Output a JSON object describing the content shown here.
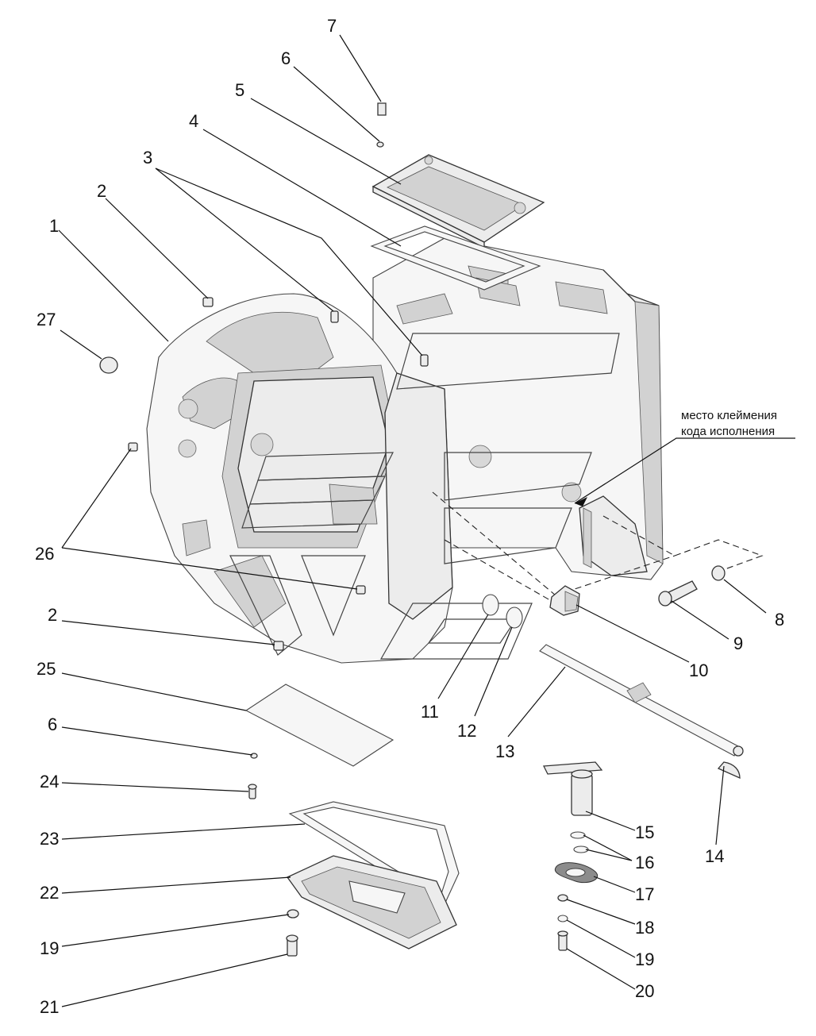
{
  "callouts": [
    {
      "id": "c7",
      "text": "7"
    },
    {
      "id": "c6a",
      "text": "6"
    },
    {
      "id": "c5",
      "text": "5"
    },
    {
      "id": "c4",
      "text": "4"
    },
    {
      "id": "c3",
      "text": "3"
    },
    {
      "id": "c2a",
      "text": "2"
    },
    {
      "id": "c1",
      "text": "1"
    },
    {
      "id": "c27",
      "text": "27"
    },
    {
      "id": "c26",
      "text": "26"
    },
    {
      "id": "c2b",
      "text": "2"
    },
    {
      "id": "c25",
      "text": "25"
    },
    {
      "id": "c6b",
      "text": "6"
    },
    {
      "id": "c24",
      "text": "24"
    },
    {
      "id": "c23",
      "text": "23"
    },
    {
      "id": "c22",
      "text": "22"
    },
    {
      "id": "c19a",
      "text": "19"
    },
    {
      "id": "c21",
      "text": "21"
    },
    {
      "id": "c8",
      "text": "8"
    },
    {
      "id": "c9",
      "text": "9"
    },
    {
      "id": "c10",
      "text": "10"
    },
    {
      "id": "c11",
      "text": "11"
    },
    {
      "id": "c12",
      "text": "12"
    },
    {
      "id": "c13",
      "text": "13"
    },
    {
      "id": "c14",
      "text": "14"
    },
    {
      "id": "c15",
      "text": "15"
    },
    {
      "id": "c16",
      "text": "16"
    },
    {
      "id": "c17",
      "text": "17"
    },
    {
      "id": "c18",
      "text": "18"
    },
    {
      "id": "c19b",
      "text": "19"
    },
    {
      "id": "c20",
      "text": "20"
    }
  ],
  "note": {
    "line1": "место клеймения",
    "line2": "кода исполнения"
  }
}
